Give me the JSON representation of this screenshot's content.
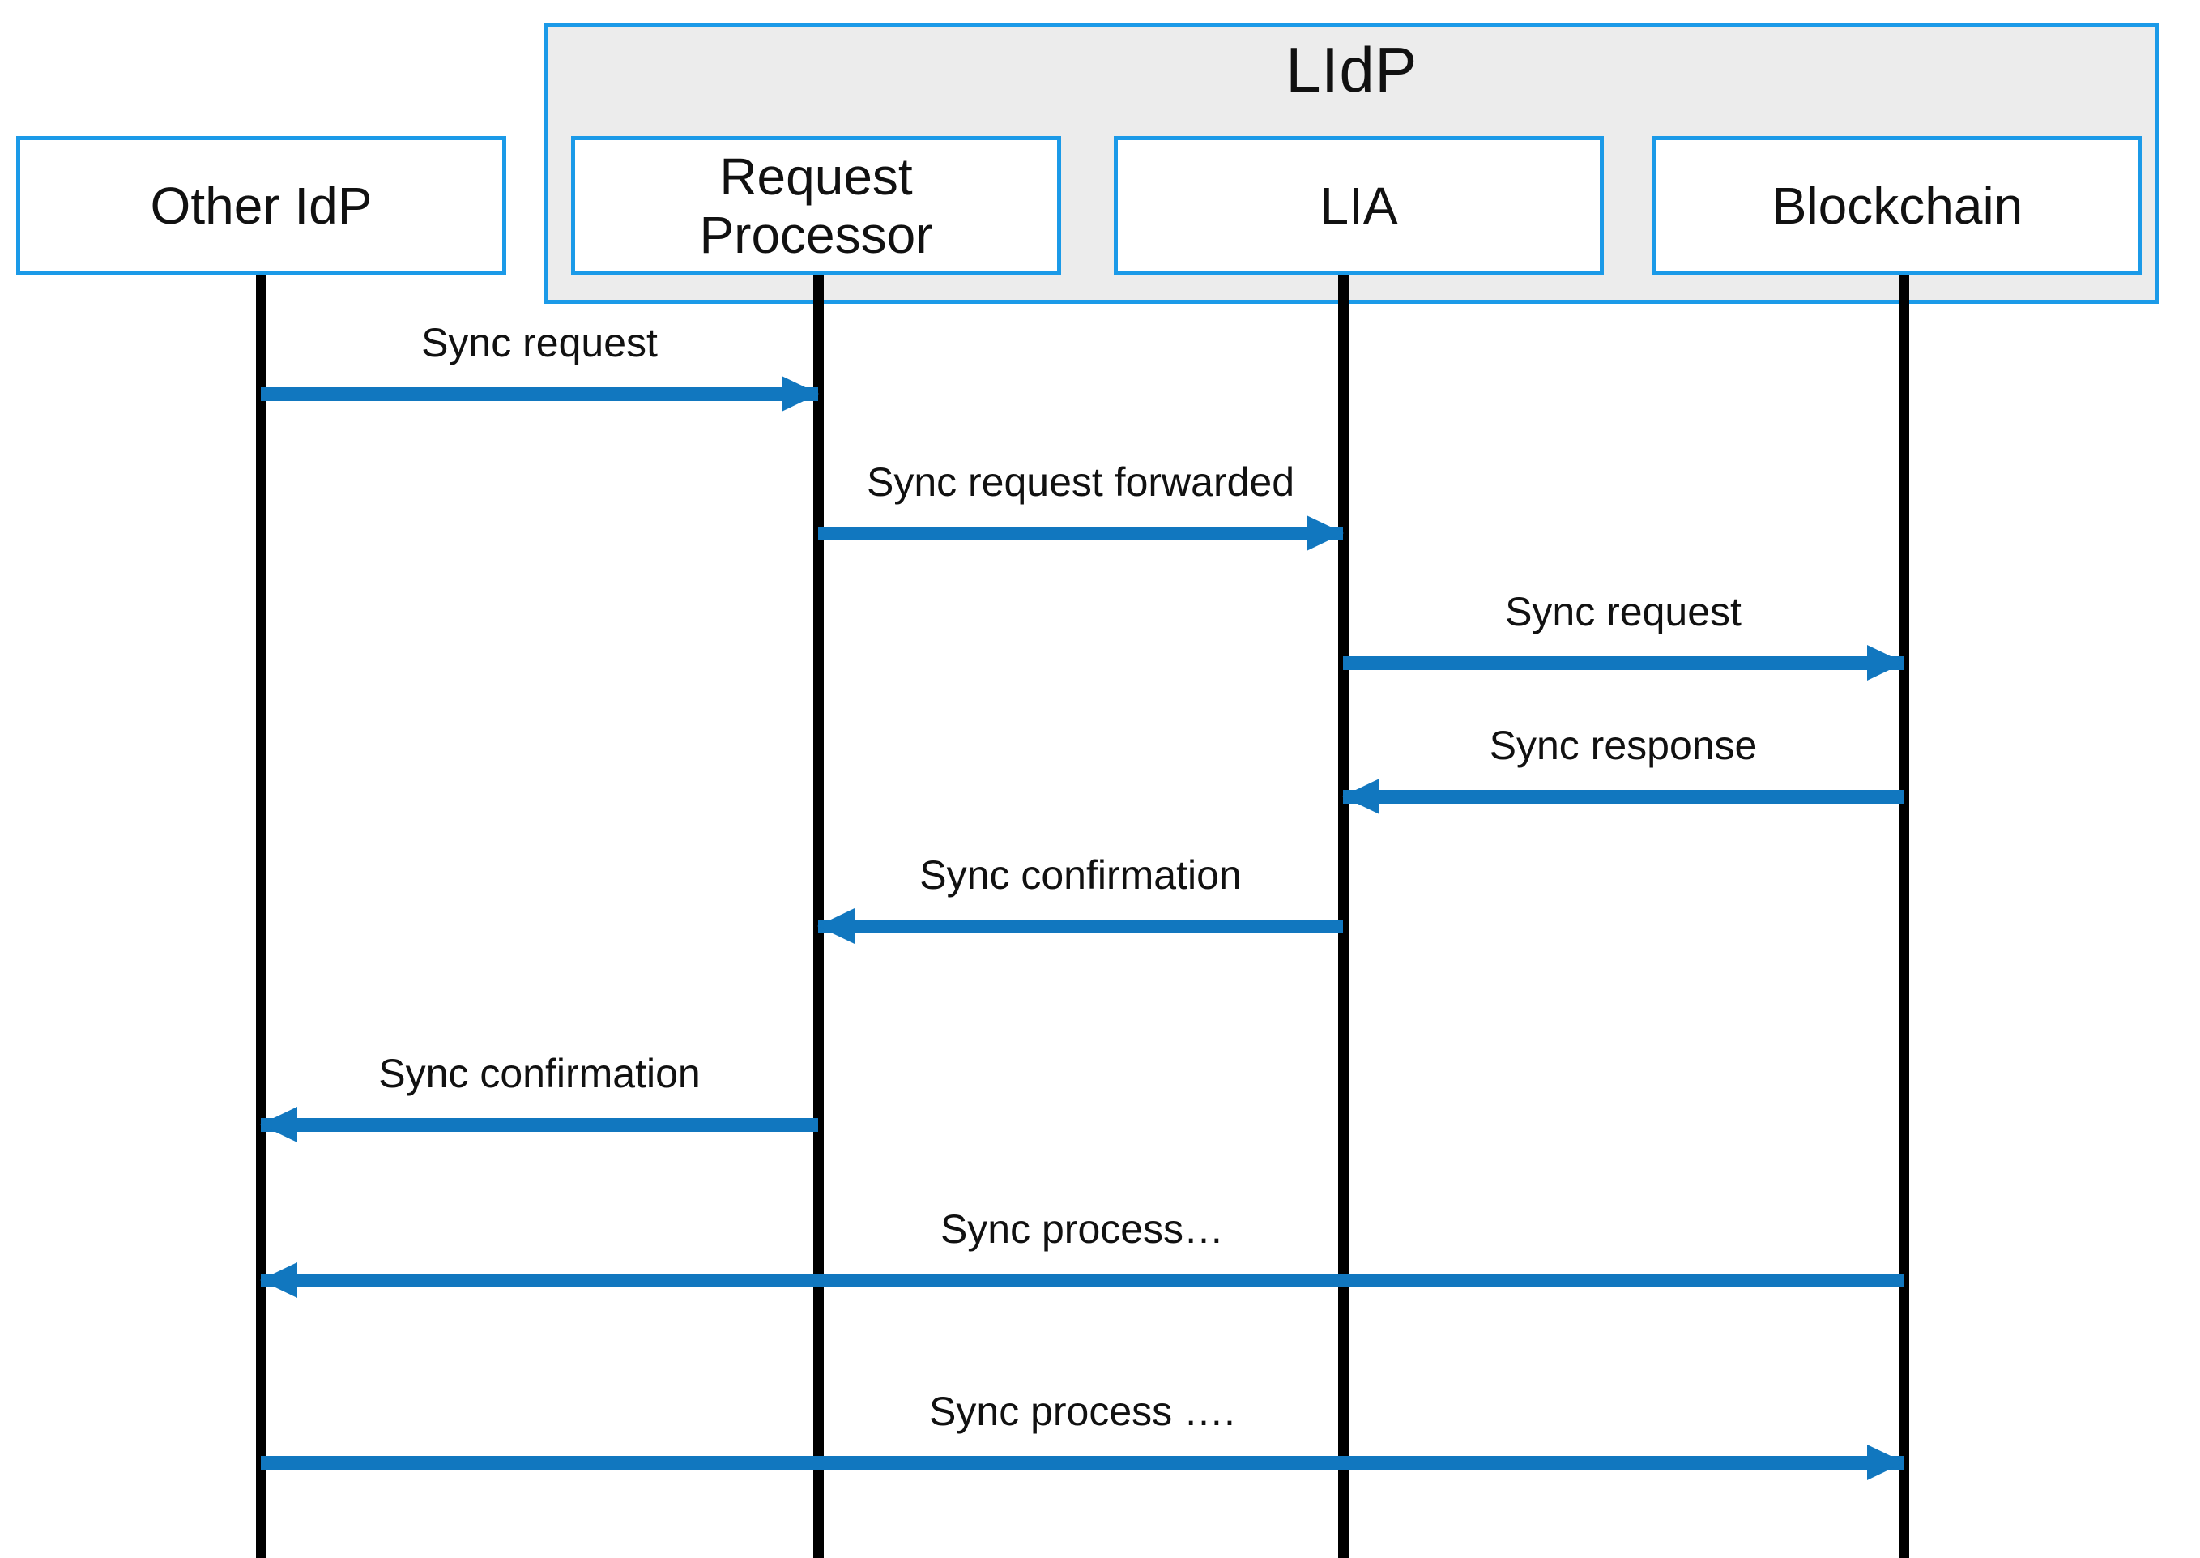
{
  "diagram": {
    "type": "sequence-diagram",
    "title": "",
    "group": {
      "label": "LIdP",
      "members": [
        "Request Processor",
        "LIA",
        "Blockchain"
      ],
      "fill_color": "#ececec",
      "border_color": "#1b9ae8"
    },
    "colors": {
      "box_border": "#1b9ae8",
      "box_fill": "#ffffff",
      "lifeline": "#000000",
      "arrow": "#1177bf",
      "text": "#111111",
      "background": "#ffffff"
    },
    "participants": [
      {
        "id": "other-idp",
        "label": "Other IdP",
        "in_group": false
      },
      {
        "id": "request-processor",
        "label": "Request\nProcessor",
        "line1": "Request",
        "line2": "Processor",
        "in_group": true
      },
      {
        "id": "lia",
        "label": "LIA",
        "in_group": true
      },
      {
        "id": "blockchain",
        "label": "Blockchain",
        "in_group": true
      }
    ],
    "messages": [
      {
        "seq": 1,
        "label": "Sync request",
        "from": "other-idp",
        "to": "request-processor",
        "direction": "right"
      },
      {
        "seq": 2,
        "label": "Sync request forwarded",
        "from": "request-processor",
        "to": "lia",
        "direction": "right"
      },
      {
        "seq": 3,
        "label": "Sync request",
        "from": "lia",
        "to": "blockchain",
        "direction": "right"
      },
      {
        "seq": 4,
        "label": "Sync response",
        "from": "blockchain",
        "to": "lia",
        "direction": "left"
      },
      {
        "seq": 5,
        "label": "Sync confirmation",
        "from": "lia",
        "to": "request-processor",
        "direction": "left"
      },
      {
        "seq": 6,
        "label": "Sync confirmation",
        "from": "request-processor",
        "to": "other-idp",
        "direction": "left"
      },
      {
        "seq": 7,
        "label": "Sync process…",
        "from": "blockchain",
        "to": "other-idp",
        "direction": "left"
      },
      {
        "seq": 8,
        "label": "Sync process ….",
        "from": "other-idp",
        "to": "blockchain",
        "direction": "right"
      }
    ]
  }
}
